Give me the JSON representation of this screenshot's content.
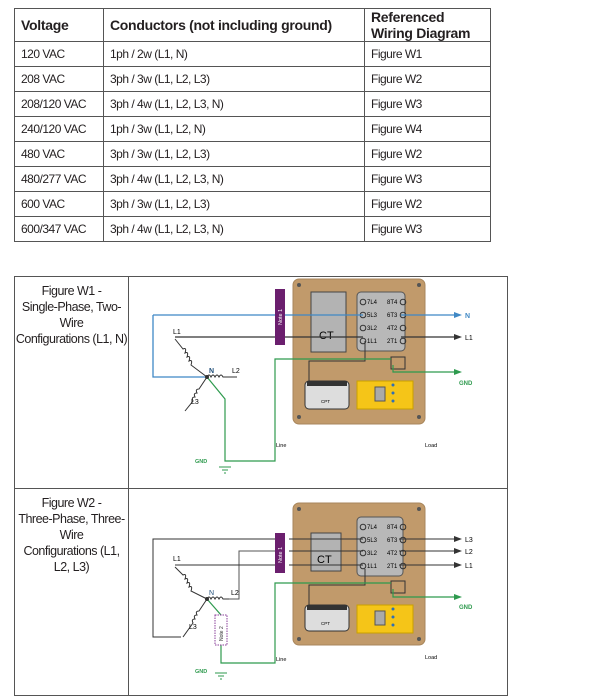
{
  "voltage_table": {
    "headers": [
      "Voltage",
      "Conductors (not including ground)",
      "Referenced Wiring Diagram"
    ],
    "rows": [
      [
        "120 VAC",
        "1ph / 2w (L1, N)",
        "Figure W1"
      ],
      [
        "208 VAC",
        "3ph / 3w (L1, L2, L3)",
        "Figure W2"
      ],
      [
        "208/120 VAC",
        "3ph / 4w (L1, L2, L3, N)",
        "Figure W3"
      ],
      [
        "240/120 VAC",
        "1ph / 3w (L1, L2, N)",
        "Figure W4"
      ],
      [
        "480 VAC",
        "3ph / 3w (L1, L2, L3)",
        "Figure W2"
      ],
      [
        "480/277 VAC",
        "3ph / 4w (L1, L2, L3, N)",
        "Figure W3"
      ],
      [
        "600 VAC",
        "3ph / 3w (L1, L2, L3)",
        "Figure W2"
      ],
      [
        "600/347 VAC",
        "3ph / 4w (L1, L2, L3, N)",
        "Figure W3"
      ]
    ]
  },
  "figures": [
    {
      "caption": [
        "Figure W1 -",
        "Single-Phase, Two-Wire",
        "Configurations (L1, N)"
      ],
      "labels": {
        "note": "Note 1",
        "ct": "CT",
        "cpt": "CPT",
        "line": "Line",
        "load": "Load",
        "gnd_src": "GND",
        "gnd_out": "GND",
        "neutral": "N",
        "l1": "L1",
        "l2": "L2",
        "l3": "L3",
        "out_top": "N",
        "out_bottom": "L1"
      },
      "terminals": [
        [
          "7L4",
          "8T4"
        ],
        [
          "5L3",
          "6T3"
        ],
        [
          "3L2",
          "4T2"
        ],
        [
          "1L1",
          "2T1"
        ]
      ]
    },
    {
      "caption": [
        "Figure W2 -",
        "Three-Phase, Three-Wire",
        "Configurations (L1, L2, L3)"
      ],
      "labels": {
        "note": "Note 1",
        "note2": "Note 2",
        "ct": "CT",
        "cpt": "CPT",
        "line": "Line",
        "load": "Load",
        "gnd_src": "GND",
        "gnd_out": "GND",
        "neutral": "N",
        "l1": "L1",
        "l2": "L2",
        "l3": "L3",
        "out_l3": "L3",
        "out_l2": "L2",
        "out_l1": "L1"
      },
      "terminals": [
        [
          "7L4",
          "8T4"
        ],
        [
          "5L3",
          "6T3"
        ],
        [
          "3L2",
          "4T2"
        ],
        [
          "1L1",
          "2T1"
        ]
      ]
    }
  ],
  "colors": {
    "panel": "#c19a6b",
    "blue_wire": "#3f88c5",
    "black_wire": "#333333",
    "green_wire": "#2e9a4e",
    "note_purple": "#6b1f6e",
    "relay_yellow": "#f5c518"
  }
}
